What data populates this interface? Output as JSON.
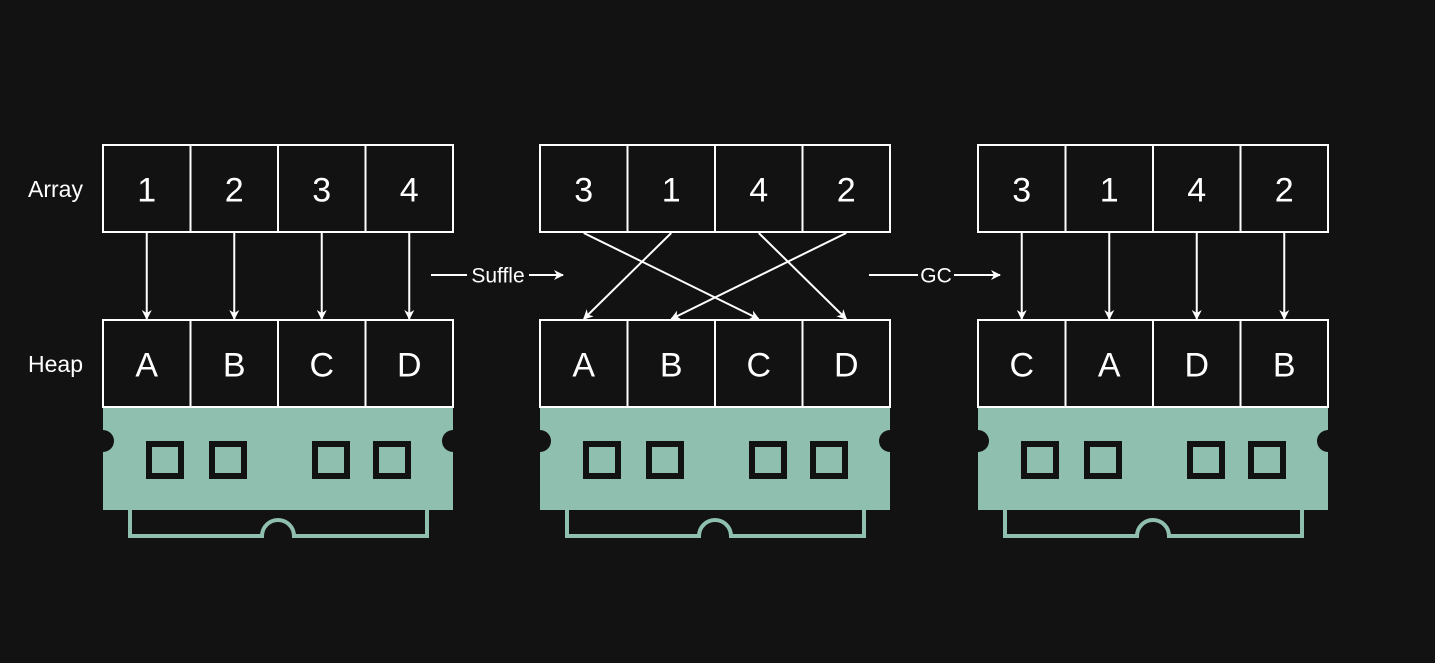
{
  "labels": {
    "array": "Array",
    "heap": "Heap"
  },
  "colors": {
    "background": "#121212",
    "stroke": "#ffffff",
    "ram": "#8fbfaf",
    "chip": "#121212"
  },
  "panels": [
    {
      "array": [
        "1",
        "2",
        "3",
        "4"
      ],
      "heap": [
        "A",
        "B",
        "C",
        "D"
      ],
      "pointers": [
        0,
        1,
        2,
        3
      ]
    },
    {
      "array": [
        "3",
        "1",
        "4",
        "2"
      ],
      "heap": [
        "A",
        "B",
        "C",
        "D"
      ],
      "pointers": [
        2,
        0,
        3,
        1
      ]
    },
    {
      "array": [
        "3",
        "1",
        "4",
        "2"
      ],
      "heap": [
        "C",
        "A",
        "D",
        "B"
      ],
      "pointers": [
        0,
        1,
        2,
        3
      ]
    }
  ],
  "operations": [
    {
      "label": "Suffle"
    },
    {
      "label": "GC"
    }
  ]
}
